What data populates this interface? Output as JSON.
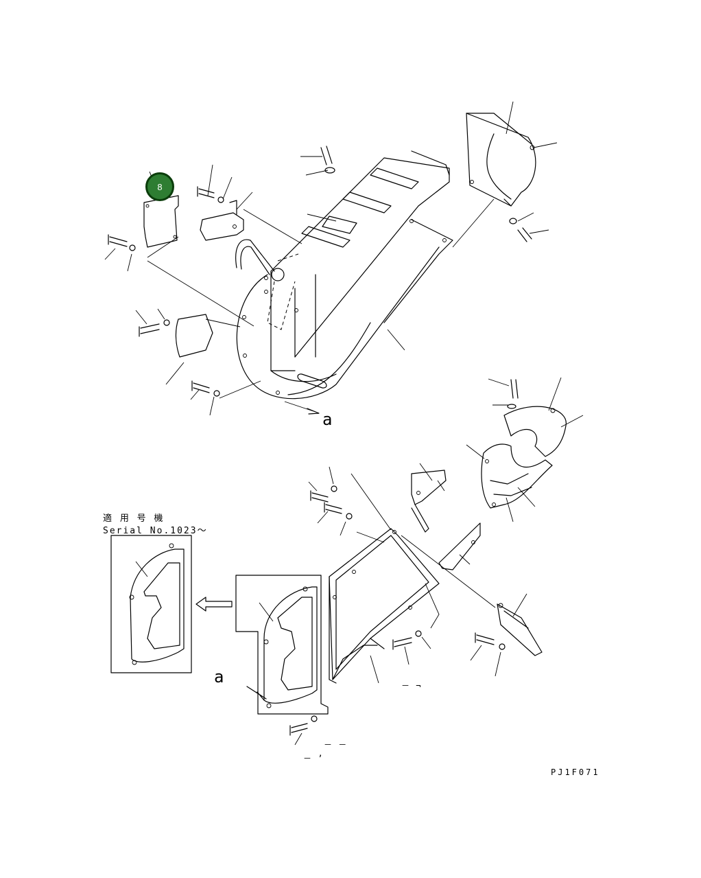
{
  "callout": {
    "number": "8",
    "color": "#2e7d32",
    "border": "#0b3d0b"
  },
  "view_labels": {
    "arrow_a_top": "a",
    "arrow_a_bottom": "a"
  },
  "applicable": {
    "heading": "適 用 号 機",
    "serial": "Serial No.1023～"
  },
  "figure_code": "PJ1F071",
  "small_marks": {
    "mark1": "－ ¬",
    "mark2": "－ －",
    "mark3": "－ ’"
  }
}
